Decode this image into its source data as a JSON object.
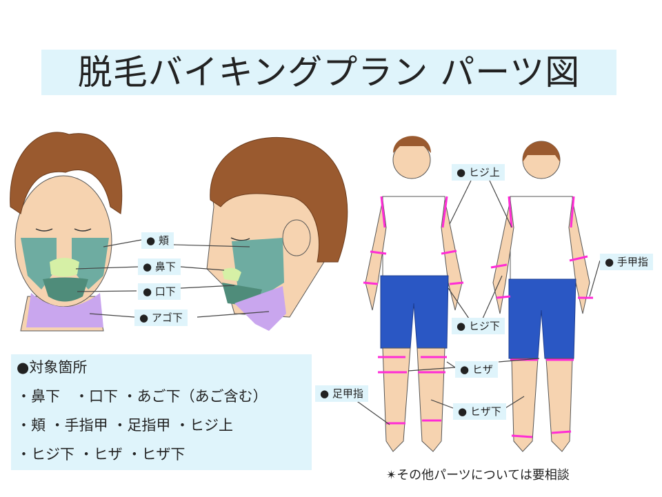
{
  "title": "脱毛バイキングプラン パーツ図",
  "labels": {
    "hoho": "● 頬",
    "hanashita": "● 鼻下",
    "kuchishita": "● 口下",
    "agoshita": "● アゴ下",
    "hijiue": "● ヒジ上",
    "shukouyubi": "● 手甲指",
    "hijishita": "● ヒジ下",
    "hiza": "● ヒザ",
    "sokkouyubi": "● 足甲指",
    "hizashita": "● ヒザ下"
  },
  "panel": {
    "heading": "●対象箇所",
    "line1": "・鼻下　・口下 ・あご下（あご含む）",
    "line2": "・頬 ・手指甲 ・足指甲 ・ヒジ上",
    "line3": "・ヒジ下 ・ヒザ ・ヒザ下"
  },
  "note": "✴その他パーツについては要相談",
  "colors": {
    "label_bg": "#dff4fb",
    "cheek": "#5fa7a0",
    "upper_lip": "#d6f0a6",
    "chin": "#4f8c7a",
    "neck": "#c9a6ee",
    "marker": "#ff2bd6",
    "skin": "#f6d3b0",
    "hair": "#9a5a2f",
    "shorts": "#2a57c4"
  }
}
